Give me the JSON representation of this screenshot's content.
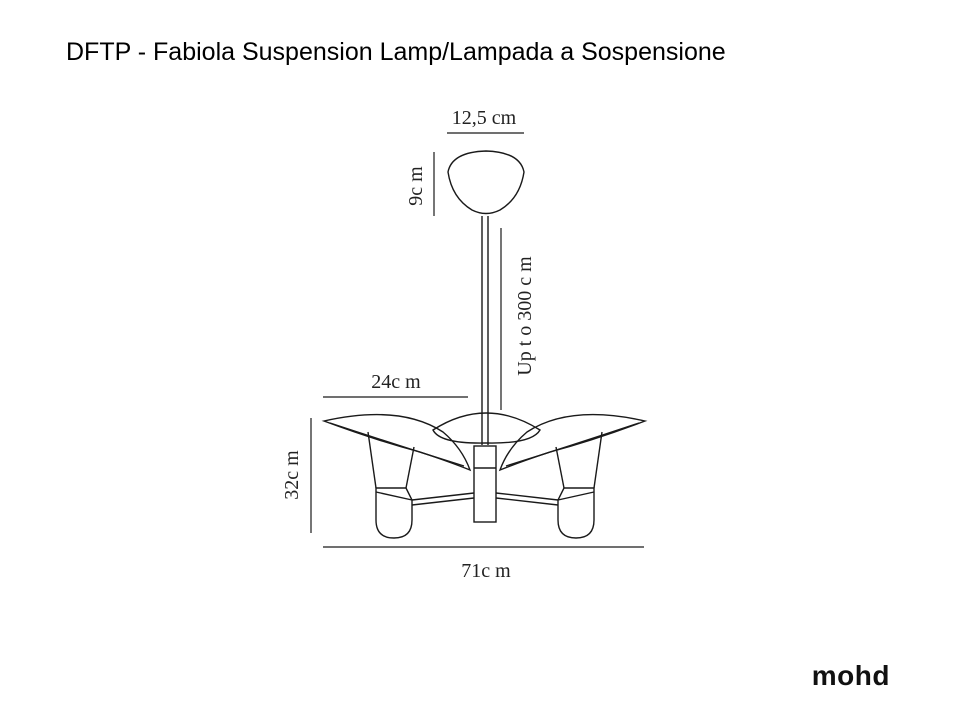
{
  "header": {
    "title": "DFTP - Fabiola Suspension Lamp/Lampada a Sospensione"
  },
  "dimensions": {
    "canopy_width": "12,5 cm",
    "canopy_height": "9c m",
    "cable_length": "Up t o 300 c m",
    "shade_width": "24c m",
    "total_height": "32c m",
    "total_width": "71c m"
  },
  "brand": {
    "logo": "mohd"
  },
  "colors": {
    "line": "#1a1a1a",
    "background": "#ffffff"
  }
}
